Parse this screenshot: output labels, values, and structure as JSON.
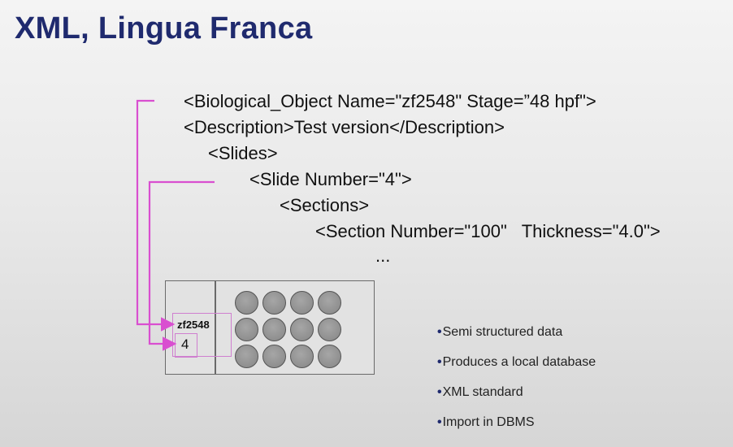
{
  "title": "XML, Lingua Franca",
  "xml_lines": [
    "<Biological_Object Name=\"zf2548\" Stage=”48 hpf\">",
    "<Description>Test version</Description>",
    "<Slides>",
    "<Slide Number=\"4\">",
    "<Sections>",
    "<Section Number=\"100\"   Thickness=\"4.0\">",
    "..."
  ],
  "slide": {
    "label": "zf2548",
    "number": "4",
    "section_rows": 3,
    "section_cols": 4
  },
  "bullets": [
    "Semi structured data",
    "Produces a local database",
    "XML standard",
    "Import in DBMS"
  ],
  "colors": {
    "title": "#1f2a6e",
    "connector": "#d94fd0",
    "background": "#ececec"
  }
}
